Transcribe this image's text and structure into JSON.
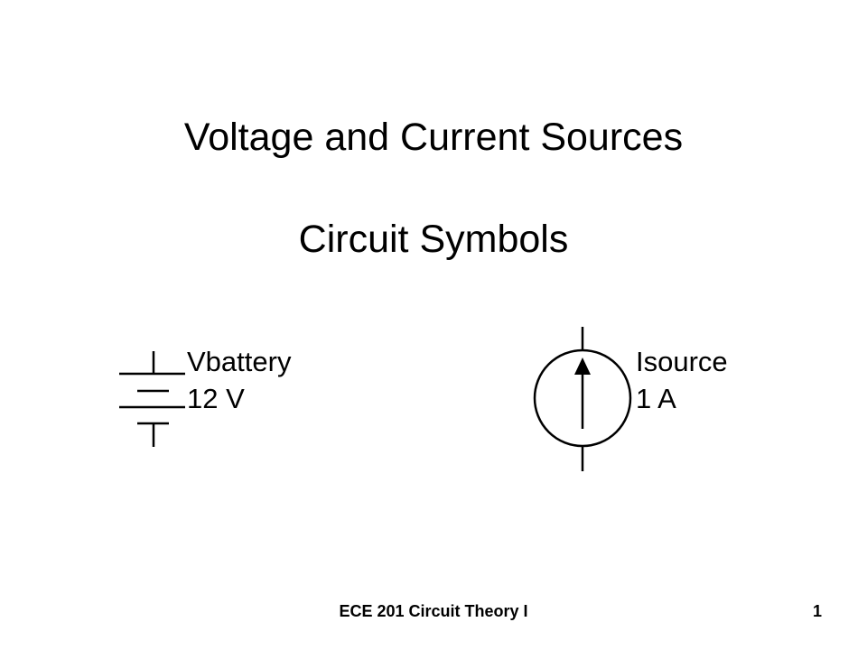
{
  "slide": {
    "title_line1": "Voltage and Current Sources",
    "title_line2": "Circuit Symbols"
  },
  "battery": {
    "name": "Vbattery",
    "value": "12 V"
  },
  "current_source": {
    "name": "Isource",
    "value": "1 A"
  },
  "footer": {
    "course": "ECE 201 Circuit Theory I",
    "page_number": "1"
  }
}
